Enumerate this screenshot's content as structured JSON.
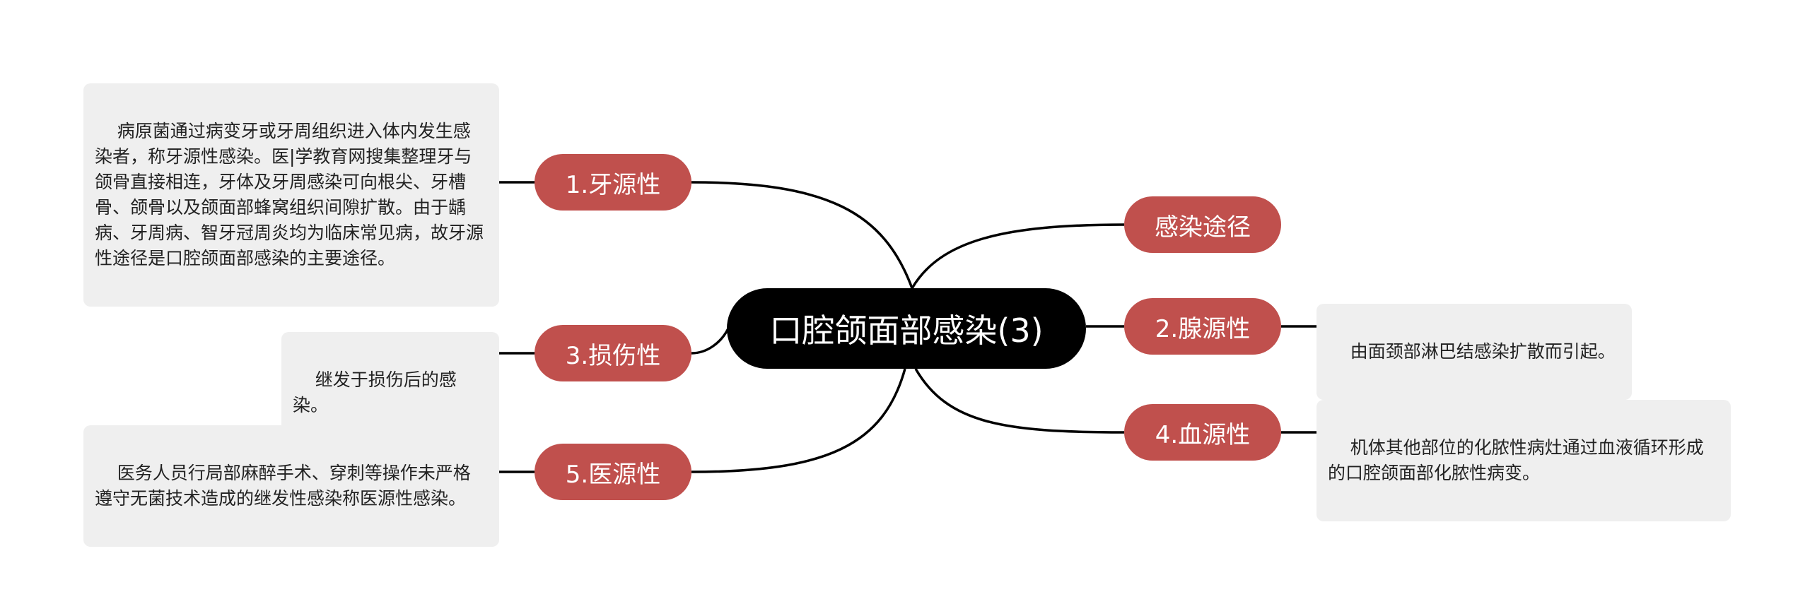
{
  "center": {
    "label": "口腔颌面部感染(3)"
  },
  "branches": [
    {
      "id": "odontogenic",
      "label": "1.牙源性",
      "detail": "病原菌通过病变牙或牙周组织进入体内发生感染者，称牙源性感染。医|学教育网搜集整理牙与颌骨直接相连，牙体及牙周感染可向根尖、牙槽骨、颌骨以及颌面部蜂窝组织间隙扩散。由于龋病、牙周病、智牙冠周炎均为临床常见病，故牙源性途径是口腔颌面部感染的主要途径。"
    },
    {
      "id": "traumatic",
      "label": "3.损伤性",
      "detail": "继发于损伤后的感染。"
    },
    {
      "id": "iatrogenic",
      "label": "5.医源性",
      "detail": "医务人员行局部麻醉手术、穿刺等操作未严格遵守无菌技术造成的继发性感染称医源性感染。"
    },
    {
      "id": "route",
      "label": "感染途径",
      "detail": ""
    },
    {
      "id": "glandular",
      "label": "2.腺源性",
      "detail": "由面颈部淋巴结感染扩散而引起。"
    },
    {
      "id": "hematogenous",
      "label": "4.血源性",
      "detail": "机体其他部位的化脓性病灶通过血液循环形成的口腔颌面部化脓性病变。"
    }
  ],
  "colors": {
    "center_bg": "#000000",
    "branch_bg": "#c0504d",
    "leaf_bg": "#efefef",
    "line": "#000000"
  }
}
